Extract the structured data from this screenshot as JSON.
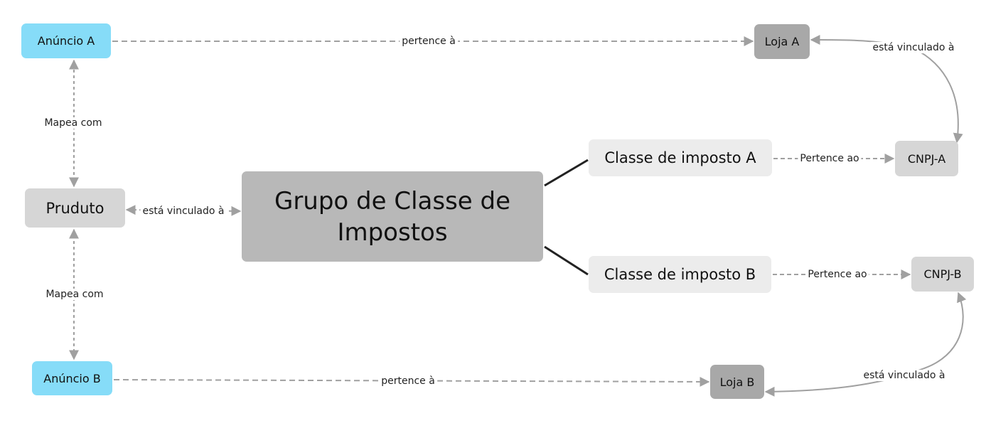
{
  "nodes": {
    "anuncio_a": "Anúncio A",
    "loja_a": "Loja A",
    "classe_a": "Classe de imposto A",
    "cnpj_a": "CNPJ-A",
    "produto": "Pruduto",
    "grupo": "Grupo de Classe de Impostos",
    "classe_b": "Classe de imposto B",
    "cnpj_b": "CNPJ-B",
    "anuncio_b": "Anúncio B",
    "loja_b": "Loja B"
  },
  "edges": {
    "anuncio_a_loja_a": "pertence à",
    "cnpj_a_loja_a": "está vinculado à",
    "produto_anuncio_a": "Mapea com",
    "produto_grupo": "está vinculado à",
    "classe_a_cnpj_a": "Pertence ao",
    "classe_b_cnpj_b": "Pertence ao",
    "produto_anuncio_b": "Mapea com",
    "anuncio_b_loja_b": "pertence à",
    "cnpj_b_loja_b": "está vinculado à"
  },
  "colors": {
    "anuncio": "#86dcf8",
    "loja": "#a8a8a8",
    "grupo": "#b8b8b8",
    "produto_cnpj": "#d6d6d6",
    "classe": "#ececec",
    "connector": "#a0a0a0",
    "branch": "#222222"
  }
}
